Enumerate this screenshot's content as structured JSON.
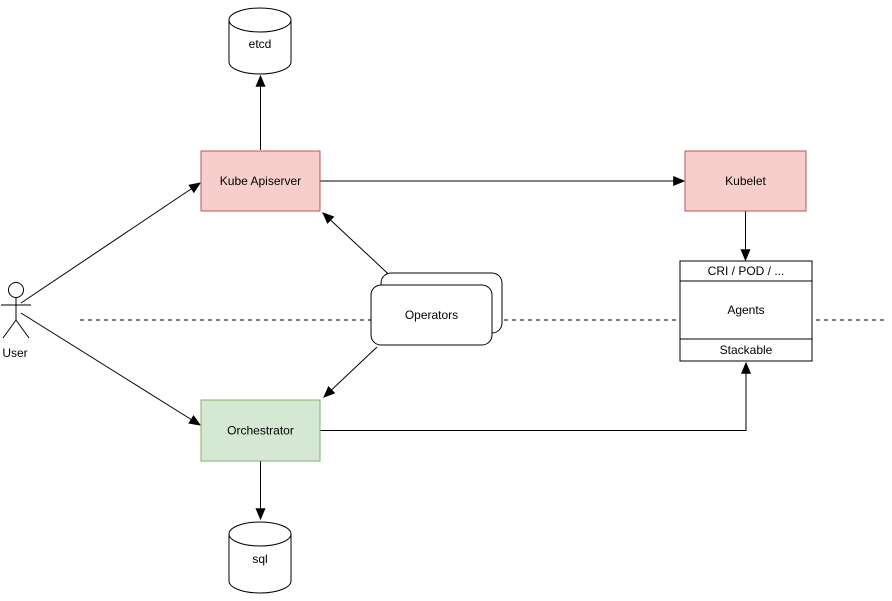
{
  "diagram": {
    "nodes": {
      "user": {
        "label": "User",
        "type": "actor"
      },
      "etcd": {
        "label": "etcd",
        "type": "database-cylinder",
        "fill": "#ffffff",
        "stroke": "#000000"
      },
      "kube_apiserver": {
        "label": "Kube Apiserver",
        "type": "process",
        "fill": "#f8cecc",
        "stroke": "#b85450"
      },
      "kubelet": {
        "label": "Kubelet",
        "type": "process",
        "fill": "#f8cecc",
        "stroke": "#b85450"
      },
      "operators": {
        "label": "Operators",
        "type": "stacked-rounded-rectangle",
        "fill": "#ffffff",
        "stroke": "#000000"
      },
      "agents": {
        "header": "CRI / POD / ...",
        "body": "Agents",
        "footer": "Stackable",
        "type": "partitioned-rectangle",
        "fill": "#ffffff",
        "stroke": "#000000"
      },
      "orchestrator": {
        "label": "Orchestrator",
        "type": "process",
        "fill": "#d5e8d4",
        "stroke": "#82b366"
      },
      "sql": {
        "label": "sql",
        "type": "database-cylinder",
        "fill": "#ffffff",
        "stroke": "#000000"
      }
    },
    "edges": [
      {
        "from": "user",
        "to": "kube_apiserver",
        "arrow": "end"
      },
      {
        "from": "user",
        "to": "orchestrator",
        "arrow": "end"
      },
      {
        "from": "kube_apiserver",
        "to": "etcd",
        "arrow": "end"
      },
      {
        "from": "kube_apiserver",
        "to": "kubelet",
        "arrow": "end"
      },
      {
        "from": "kubelet",
        "to": "agents.header",
        "arrow": "end"
      },
      {
        "from": "operators",
        "to": "kube_apiserver",
        "arrow": "end"
      },
      {
        "from": "operators",
        "to": "orchestrator",
        "arrow": "end"
      },
      {
        "from": "orchestrator",
        "to": "sql",
        "arrow": "end"
      },
      {
        "from": "orchestrator",
        "to": "agents.footer",
        "arrow": "end"
      }
    ],
    "separator": {
      "style": "dashed-horizontal",
      "color": "#000000"
    },
    "colors": {
      "background": "#ffffff",
      "line": "#000000",
      "red_fill": "#f8cecc",
      "red_stroke": "#b85450",
      "green_fill": "#d5e8d4",
      "green_stroke": "#82b366",
      "plain_fill": "#ffffff"
    }
  }
}
